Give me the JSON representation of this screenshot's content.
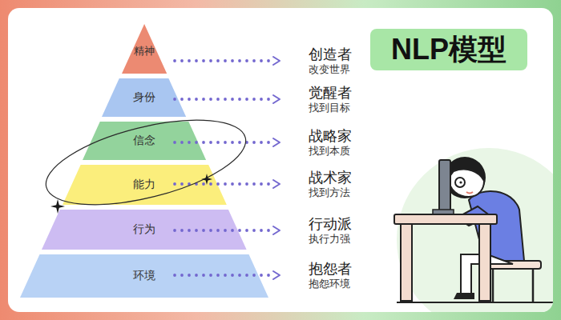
{
  "diagram": {
    "title": "NLP模型",
    "nodes": [
      {
        "text": [
          "精神"
        ]
      },
      {
        "text": [
          "身份"
        ]
      },
      {
        "text": [
          "信念"
        ]
      },
      {
        "text": [
          "能力"
        ]
      },
      {
        "text": [
          "行为"
        ]
      },
      {
        "text": [
          "环境"
        ]
      }
    ],
    "labels": [
      "创造者",
      "改变世界",
      "觉醒者",
      "找到目标",
      "战略家",
      "找到本质",
      "战术家",
      "找到方法",
      "行动派",
      "执行力强",
      "抱怨者",
      "抱怨环境"
    ]
  }
}
